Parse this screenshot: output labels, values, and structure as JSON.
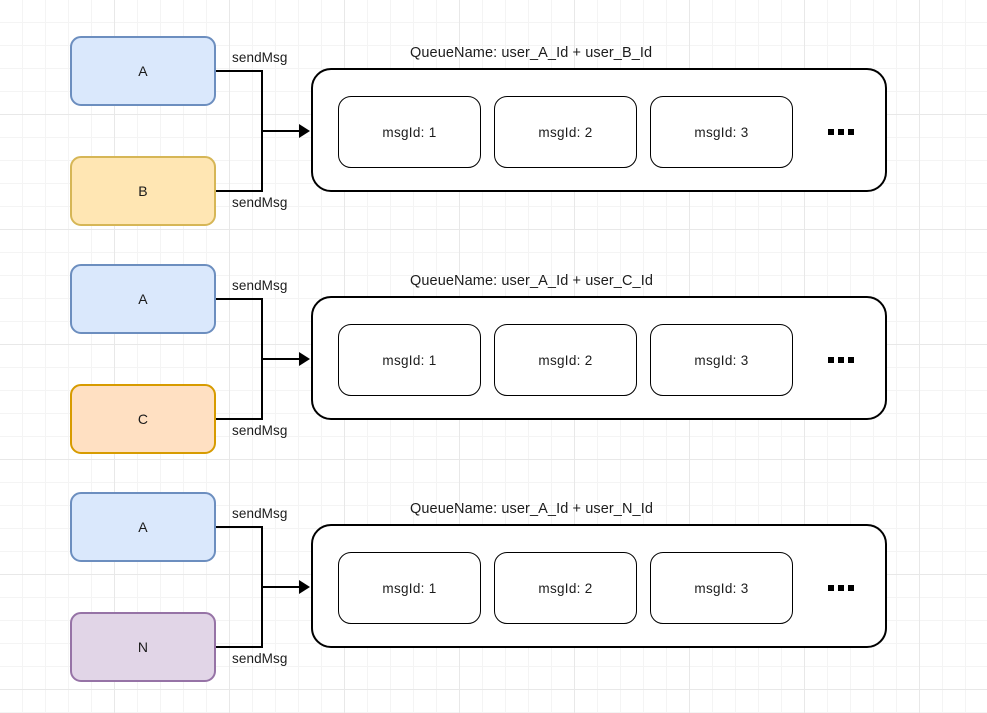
{
  "diagram": {
    "title": "Message queue per user-pair diagram",
    "colors": {
      "blue_fill": "#dae8fc",
      "blue_stroke": "#6c8ebf",
      "yellow_fill": "#ffe6b3",
      "yellow_stroke": "#d6b656",
      "orange_fill": "#ffe0c2",
      "orange_stroke": "#d79b00",
      "purple_fill": "#e1d5e7",
      "purple_stroke": "#9673a6",
      "stroke_black": "#000000",
      "grid_minor": "#f4f4f4",
      "grid_major": "#e8e8e8",
      "background": "#ffffff"
    },
    "ellipsis_glyph": "...",
    "rows": [
      {
        "id": "row-1",
        "top_actor": {
          "label": "A",
          "style": "blue"
        },
        "bottom_actor": {
          "label": "B",
          "style": "yellow"
        },
        "top_edge_label": "sendMsg",
        "bottom_edge_label": "sendMsg",
        "queue_label": "QueueName:  user_A_Id + user_B_Id",
        "messages": [
          {
            "label": "msgId:  1"
          },
          {
            "label": "msgId:  2"
          },
          {
            "label": "msgId:  3"
          }
        ]
      },
      {
        "id": "row-2",
        "top_actor": {
          "label": "A",
          "style": "blue"
        },
        "bottom_actor": {
          "label": "C",
          "style": "orange"
        },
        "top_edge_label": "sendMsg",
        "bottom_edge_label": "sendMsg",
        "queue_label": "QueueName:  user_A_Id + user_C_Id",
        "messages": [
          {
            "label": "msgId:  1"
          },
          {
            "label": "msgId:  2"
          },
          {
            "label": "msgId:  3"
          }
        ]
      },
      {
        "id": "row-3",
        "top_actor": {
          "label": "A",
          "style": "blue"
        },
        "bottom_actor": {
          "label": "N",
          "style": "purple"
        },
        "top_edge_label": "sendMsg",
        "bottom_edge_label": "sendMsg",
        "queue_label": "QueueName:  user_A_Id + user_N_Id",
        "messages": [
          {
            "label": "msgId:  1"
          },
          {
            "label": "msgId:  2"
          },
          {
            "label": "msgId:  3"
          }
        ]
      }
    ]
  }
}
